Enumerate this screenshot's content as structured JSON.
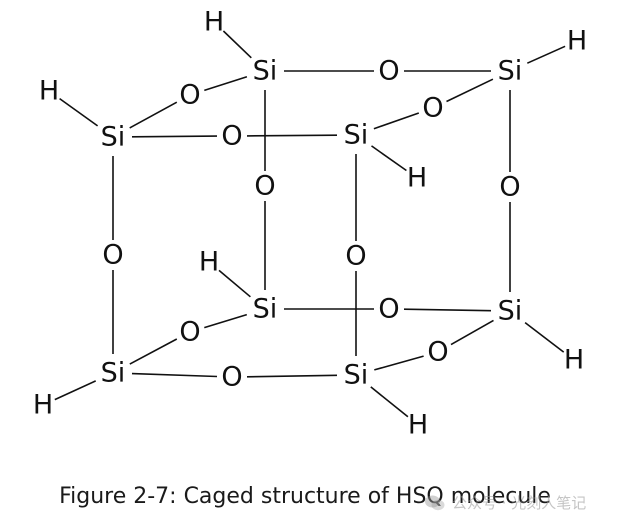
{
  "diagram": {
    "atoms": [
      {
        "id": "Si1",
        "label": "Si"
      },
      {
        "id": "Si2",
        "label": "Si"
      },
      {
        "id": "Si3",
        "label": "Si"
      },
      {
        "id": "Si4",
        "label": "Si"
      },
      {
        "id": "Si5",
        "label": "Si"
      },
      {
        "id": "Si6",
        "label": "Si"
      },
      {
        "id": "Si7",
        "label": "Si"
      },
      {
        "id": "Si8",
        "label": "Si"
      },
      {
        "id": "H1",
        "label": "H"
      },
      {
        "id": "H2",
        "label": "H"
      },
      {
        "id": "H3",
        "label": "H"
      },
      {
        "id": "H4",
        "label": "H"
      },
      {
        "id": "H5",
        "label": "H"
      },
      {
        "id": "H6",
        "label": "H"
      },
      {
        "id": "H7",
        "label": "H"
      },
      {
        "id": "H8",
        "label": "H"
      },
      {
        "id": "O1",
        "label": "O"
      },
      {
        "id": "O2",
        "label": "O"
      },
      {
        "id": "O3",
        "label": "O"
      },
      {
        "id": "O4",
        "label": "O"
      },
      {
        "id": "O5",
        "label": "O"
      },
      {
        "id": "O6",
        "label": "O"
      },
      {
        "id": "O7",
        "label": "O"
      },
      {
        "id": "O8",
        "label": "O"
      },
      {
        "id": "O9",
        "label": "O"
      },
      {
        "id": "O10",
        "label": "O"
      },
      {
        "id": "O11",
        "label": "O"
      },
      {
        "id": "O12",
        "label": "O"
      }
    ],
    "bonds": [
      [
        "Si1",
        "O1"
      ],
      [
        "O1",
        "Si2"
      ],
      [
        "Si2",
        "O2"
      ],
      [
        "O2",
        "Si3"
      ],
      [
        "Si3",
        "O3"
      ],
      [
        "O3",
        "Si4"
      ],
      [
        "Si4",
        "O4"
      ],
      [
        "O4",
        "Si1"
      ],
      [
        "Si5",
        "O5"
      ],
      [
        "O5",
        "Si6"
      ],
      [
        "Si6",
        "O6"
      ],
      [
        "O6",
        "Si7"
      ],
      [
        "Si7",
        "O7"
      ],
      [
        "O7",
        "Si8"
      ],
      [
        "Si8",
        "O8"
      ],
      [
        "O8",
        "Si5"
      ],
      [
        "Si1",
        "O9"
      ],
      [
        "O9",
        "Si5"
      ],
      [
        "Si2",
        "O10"
      ],
      [
        "O10",
        "Si6"
      ],
      [
        "Si3",
        "O11"
      ],
      [
        "O11",
        "Si7"
      ],
      [
        "Si4",
        "O12"
      ],
      [
        "O12",
        "Si8"
      ],
      [
        "Si1",
        "H1"
      ],
      [
        "Si2",
        "H2"
      ],
      [
        "Si3",
        "H3"
      ],
      [
        "Si4",
        "H4"
      ],
      [
        "Si5",
        "H5"
      ],
      [
        "Si6",
        "H6"
      ],
      [
        "Si7",
        "H7"
      ],
      [
        "Si8",
        "H8"
      ]
    ]
  },
  "caption": "Figure 2-7: Caged structure of HSQ molecule",
  "watermark": "公众号 · 光刻人笔记"
}
